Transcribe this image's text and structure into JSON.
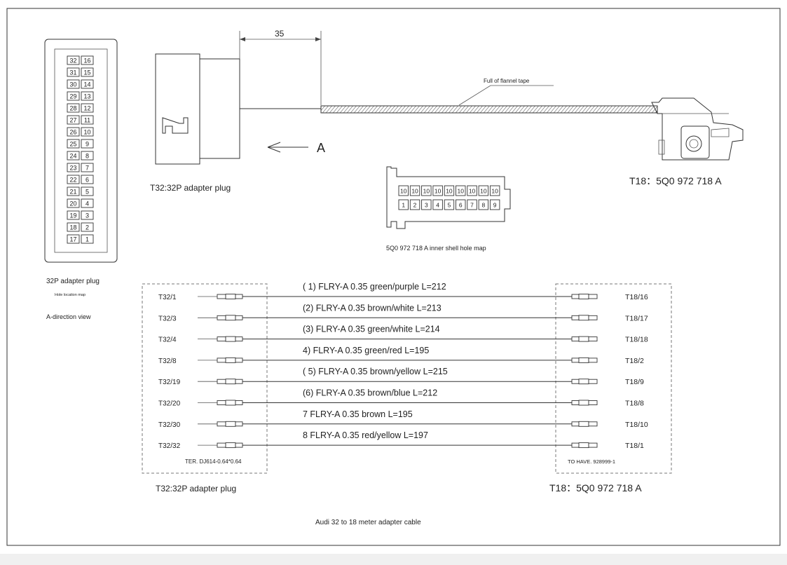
{
  "drawing": {
    "dimension": "35",
    "tape_label": "Full of flannel tape",
    "view_arrow_label": "A",
    "left_plug_caption": "T32:32P adapter plug",
    "right_plug_caption": "T18：5Q0 972 718 A",
    "inner_shell_caption": "5Q0 972 718 A inner shell hole map",
    "panel_caption": "32P adapter plug",
    "hole_location": "Hole location map",
    "direction_view": "A-direction view",
    "left_block_caption": "T32:32P adapter plug",
    "right_block_caption": "T18：5Q0 972 718 A",
    "terminal_left": "TER. DJ614-0.64*0.64",
    "terminal_right": "TO HAVE. 928999-1",
    "footer": "Audi 32 to 18 meter adapter cable"
  },
  "pinmap_32": [
    [
      "32",
      "16"
    ],
    [
      "31",
      "15"
    ],
    [
      "30",
      "14"
    ],
    [
      "29",
      "13"
    ],
    [
      "28",
      "12"
    ],
    [
      "27",
      "11"
    ],
    [
      "26",
      "10"
    ],
    [
      "25",
      "9"
    ],
    [
      "24",
      "8"
    ],
    [
      "23",
      "7"
    ],
    [
      "22",
      "6"
    ],
    [
      "21",
      "5"
    ],
    [
      "20",
      "4"
    ],
    [
      "19",
      "3"
    ],
    [
      "18",
      "2"
    ],
    [
      "17",
      "1"
    ]
  ],
  "pinmap_18": {
    "top": [
      "10",
      "10",
      "10",
      "10",
      "10",
      "10",
      "10",
      "10",
      "10"
    ],
    "bottom": [
      "1",
      "2",
      "3",
      "4",
      "5",
      "6",
      "7",
      "8",
      "9"
    ]
  },
  "wires": [
    {
      "from": "T32/1",
      "label": "( 1) FLRY-A 0.35 green/purple L=212",
      "to": "T18/16"
    },
    {
      "from": "T32/3",
      "label": "(2) FLRY-A 0.35 brown/white L=213",
      "to": "T18/17"
    },
    {
      "from": "T32/4",
      "label": "(3) FLRY-A 0.35 green/white L=214",
      "to": "T18/18"
    },
    {
      "from": "T32/8",
      "label": "4) FLRY-A 0.35 green/red L=195",
      "to": "T18/2"
    },
    {
      "from": "T32/19",
      "label": "( 5) FLRY-A 0.35 brown/yellow L=215",
      "to": "T18/9"
    },
    {
      "from": "T32/20",
      "label": "(6) FLRY-A 0.35 brown/blue L=212",
      "to": "T18/8"
    },
    {
      "from": "T32/30",
      "label": "7 FLRY-A 0.35 brown L=195",
      "to": "T18/10"
    },
    {
      "from": "T32/32",
      "label": "8 FLRY-A 0.35 red/yellow L=197",
      "to": "T18/1"
    }
  ]
}
